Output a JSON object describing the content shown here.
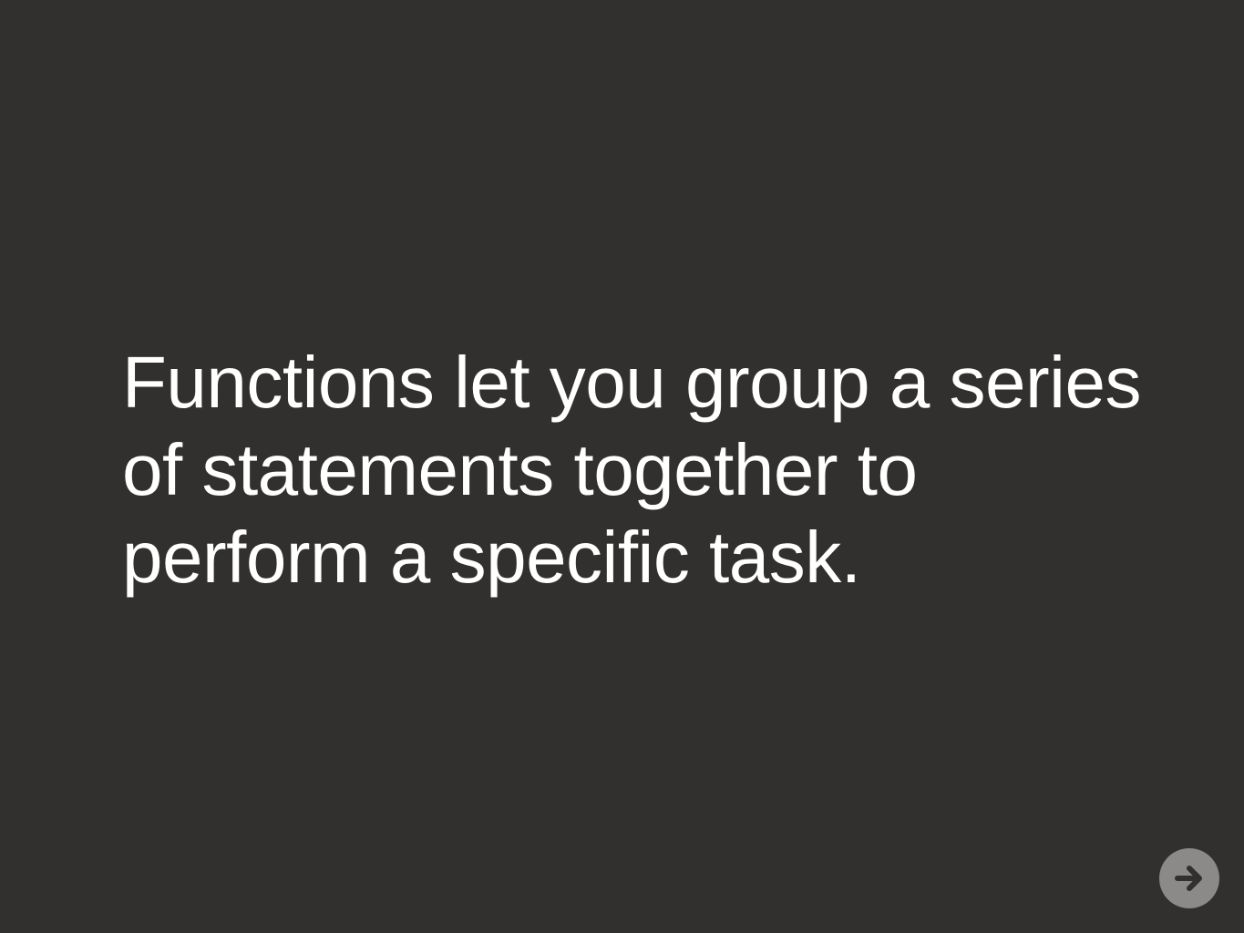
{
  "slide": {
    "lines": [
      "Functions let you group a series",
      "of statements together to",
      "perform a specific task."
    ]
  },
  "navigation": {
    "next_icon": "arrow-right-icon"
  },
  "colors": {
    "background": "#32302e",
    "text": "#ffffff",
    "next_button_bg": "#8c8a88",
    "next_button_icon": "#32302e"
  }
}
